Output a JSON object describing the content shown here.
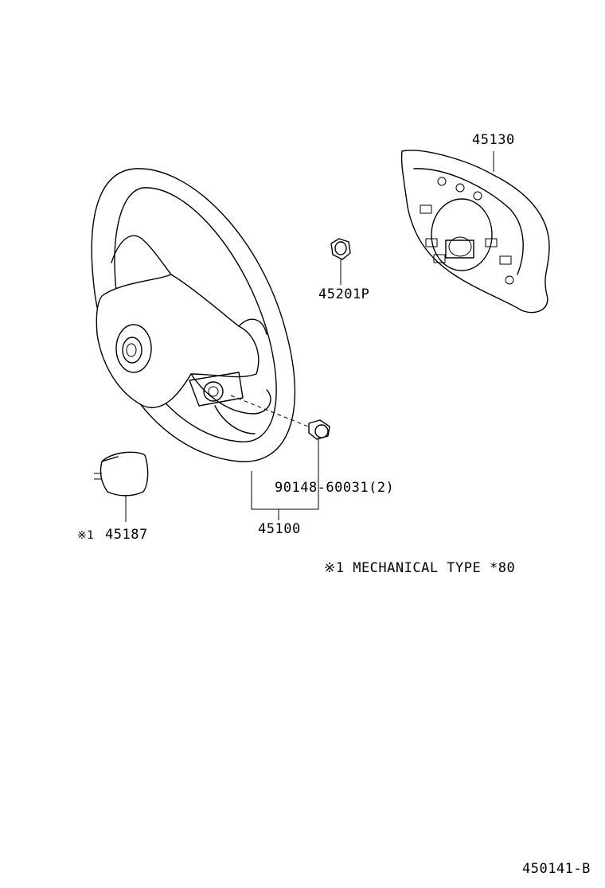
{
  "labels": {
    "airbag_pad": "45130",
    "nut": "45201P",
    "bolt": "90148-60031(2)",
    "steering_wheel": "45100",
    "cover_mark": "※1",
    "cover": "45187",
    "note": "※1 MECHANICAL TYPE *80",
    "diagram_code": "450141-B"
  }
}
